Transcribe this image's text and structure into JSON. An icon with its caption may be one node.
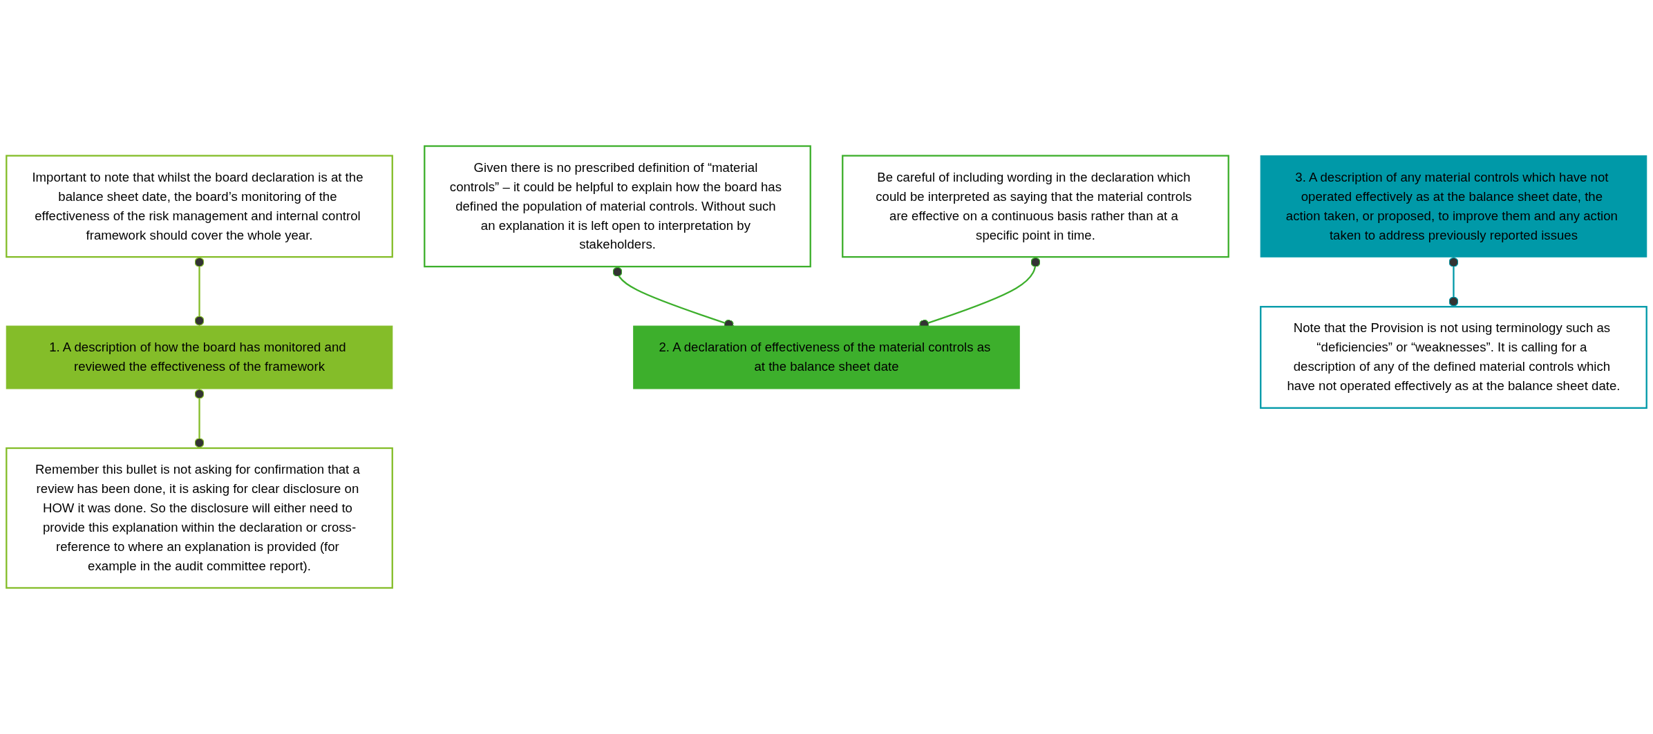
{
  "diagram": {
    "nodes": [
      {
        "text": [
          "Important to note that whilst the board declaration is at the balance sheet date, the board’s monitoring of the effectiveness of the risk management and internal control framework should cover the whole year."
        ]
      },
      {
        "text": [
          "Given there is no prescribed definition of “material controls” – it could be helpful to explain how the board has defined the population of material controls. Without such an explanation it is left open to interpretation by stakeholders."
        ]
      },
      {
        "text": [
          "Be careful of including wording in the declaration which could be interpreted as saying that the material controls are effective on a continuous basis rather than at a specific point in time."
        ]
      },
      {
        "text": [
          "1. A description of how the board has monitored and reviewed the effectiveness of the framework"
        ]
      },
      {
        "text": [
          "2. A declaration of effectiveness of the material controls as at the balance sheet date"
        ]
      },
      {
        "text": [
          "3. A description of any material controls which have not operated effectively as at the balance sheet date, the action taken, or proposed, to improve them and any action taken to address previously reported issues"
        ]
      },
      {
        "text": [
          "Remember this bullet is not asking for confirmation that a review has been done, it is asking for clear disclosure on HOW it was done. So the disclosure will either need to provide this explanation within the declaration or cross-reference to where an explanation is provided (for example in the audit committee report)."
        ]
      },
      {
        "text": [
          "Note that the Provision is not using terminology such as “deficiencies” or “weaknesses”. It is calling for a description of any of the defined material controls which have not operated effectively as at the balance sheet date."
        ]
      }
    ],
    "edges": [
      {
        "from": 0,
        "to": 3,
        "arrow": "other"
      },
      {
        "from": 1,
        "to": 4,
        "arrow": "other",
        "color": "#3daf2c"
      },
      {
        "from": 2,
        "to": 4,
        "arrow": "other",
        "color": "#3daf2c"
      },
      {
        "from": 3,
        "to": 6,
        "arrow": "other"
      },
      {
        "from": 5,
        "to": 7,
        "arrow": "other",
        "color": "#0099a8"
      }
    ]
  }
}
